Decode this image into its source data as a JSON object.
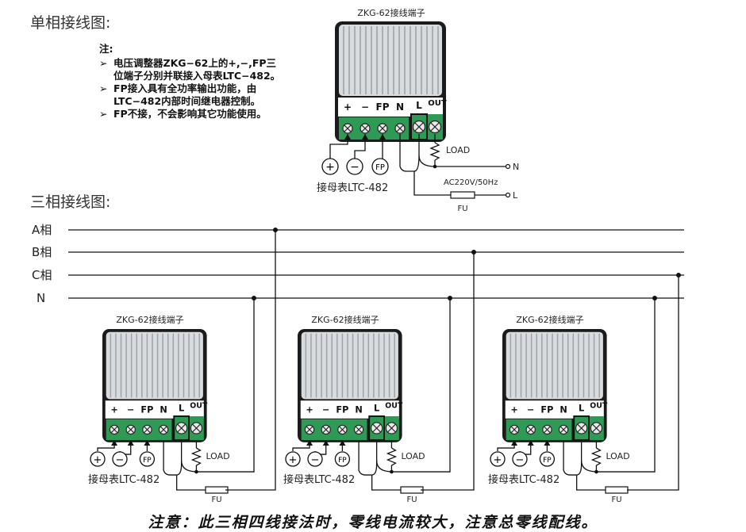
{
  "single": {
    "title": "单相接线图:",
    "module_label": "ZKG-62接线端子",
    "meter_label": "接母表LTC-482",
    "load": "LOAD",
    "supply": "AC220V/50Hz",
    "fuse": "FU",
    "n_end": "N",
    "l_end": "L"
  },
  "terminals": {
    "plus": "+",
    "minus": "−",
    "fp": "FP",
    "n": "N",
    "l": "L",
    "out": "OUT"
  },
  "meter_symbols": {
    "plus": "+",
    "minus": "−",
    "fp": "FP"
  },
  "notes": {
    "heading": "注:",
    "arrow": "➢",
    "items": [
      "电压调整器ZKG−62上的+,−,FP三位端子分别并联接入母表LTC−482。",
      "FP接入具有全功率输出功能，由LTC−482内部时间继电器控制。",
      "FP不接，不会影响其它功能使用。"
    ]
  },
  "three": {
    "title": "三相接线图:",
    "phases": [
      "A相",
      "B相",
      "C相",
      "N"
    ],
    "modules": [
      {
        "label": "ZKG-62接线端子",
        "meter": "接母表LTC-482",
        "load": "LOAD",
        "fuse": "FU"
      },
      {
        "label": "ZKG-62接线端子",
        "meter": "接母表LTC-482",
        "load": "LOAD",
        "fuse": "FU"
      },
      {
        "label": "ZKG-62接线端子",
        "meter": "接母表LTC-482",
        "load": "LOAD",
        "fuse": "FU"
      }
    ]
  },
  "footer": "注意：此三相四线接法时，零线电流较大，注意总零线配线。",
  "colors": {
    "terminal_green": "#2f9a55",
    "heatsink": "#cfd2d5",
    "housing": "#1a1a1a"
  }
}
